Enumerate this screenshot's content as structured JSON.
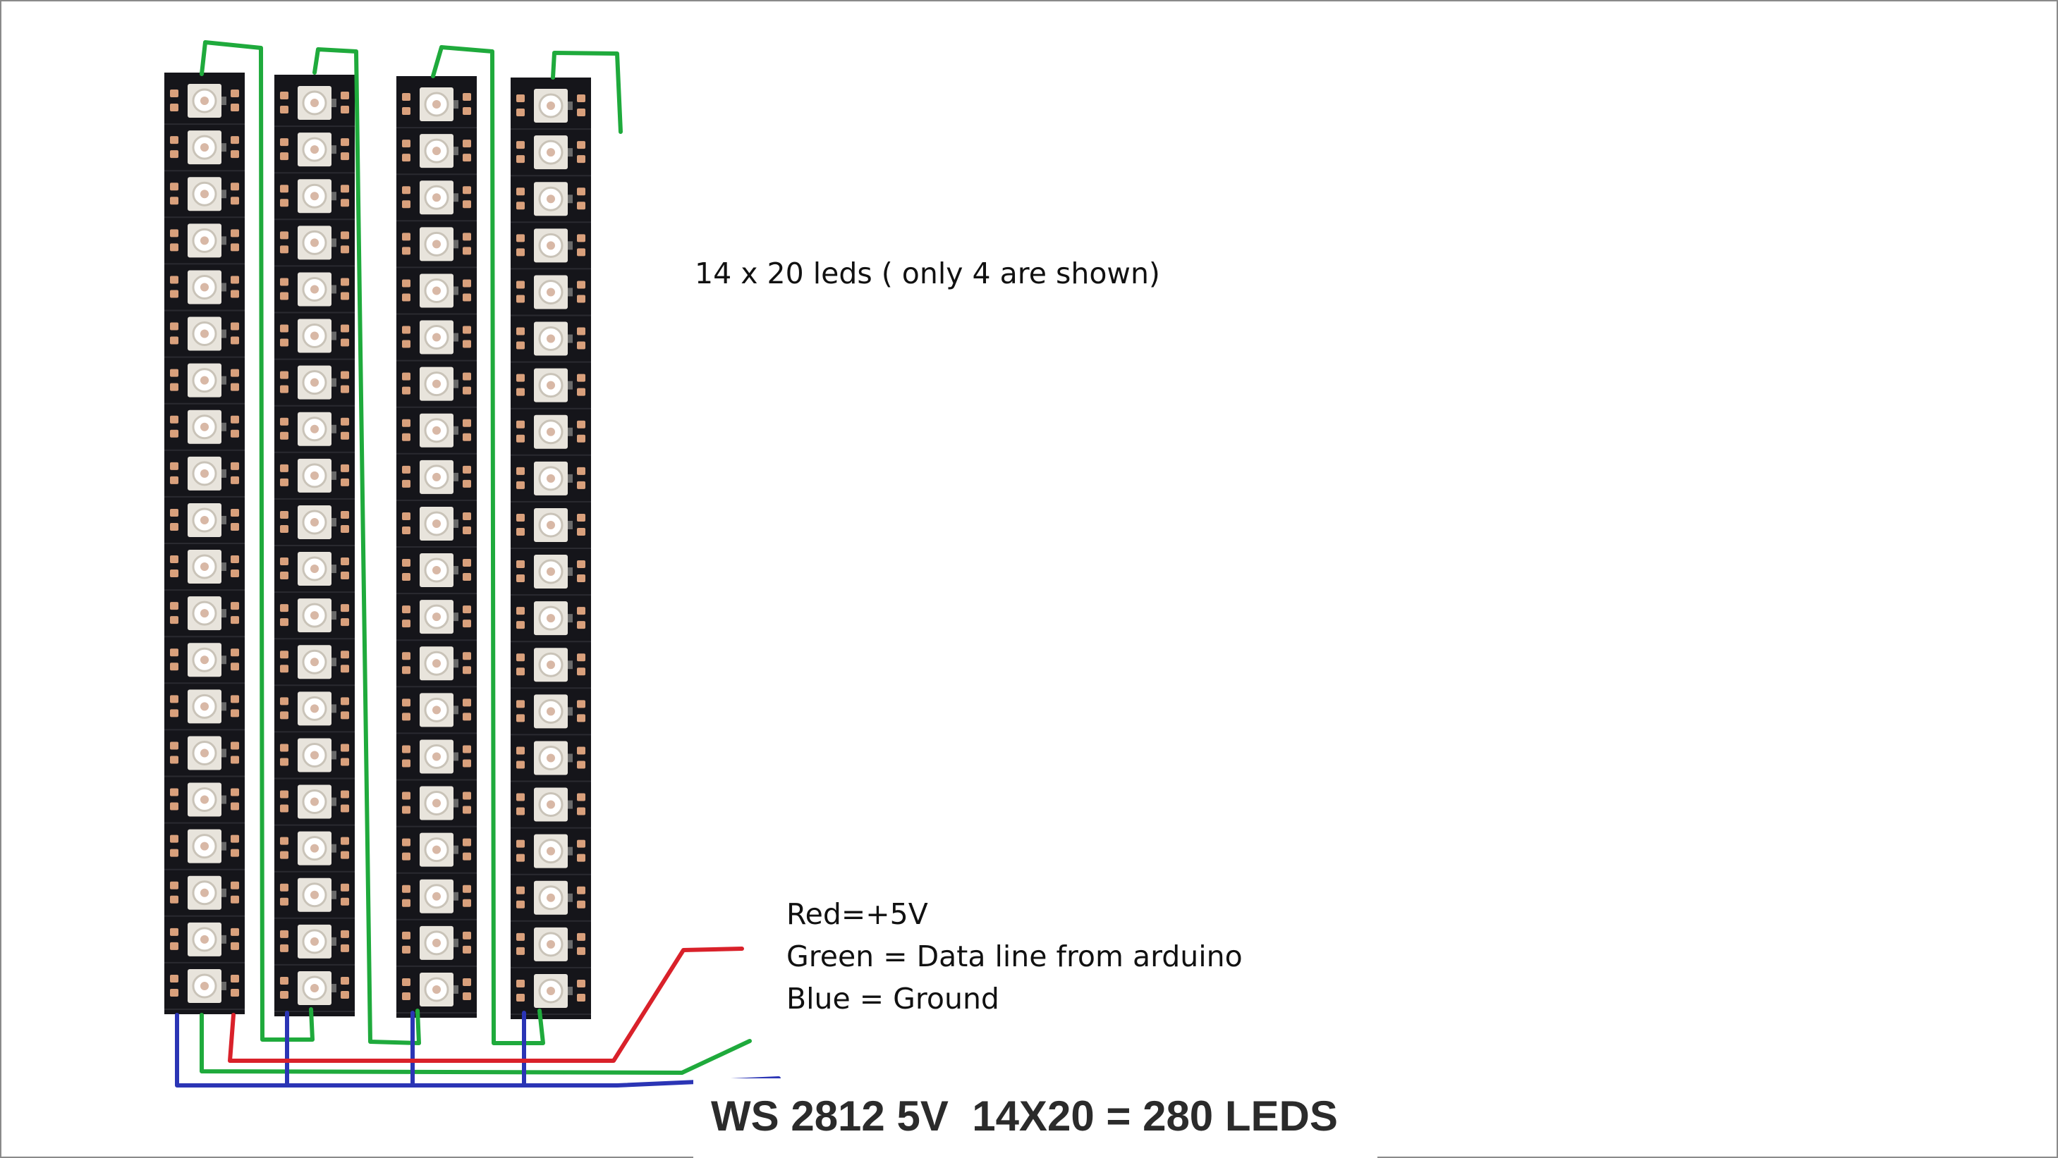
{
  "diagram": {
    "title": "WS 2812 5V  14X20 = 280 LEDS",
    "note": "14 x 20 leds ( only 4 are shown)",
    "legend": [
      "Red=+5V",
      "Green = Data line from arduino",
      "Blue = Ground"
    ],
    "strips": {
      "count_shown": 4,
      "leds_per_strip": 20
    },
    "colors": {
      "power": "#d9212a",
      "data": "#1faa3c",
      "ground": "#2b35b5",
      "strip_pcb": "#15151a",
      "pad": "#d9a07c",
      "led_body": "#e8e4dc"
    }
  }
}
